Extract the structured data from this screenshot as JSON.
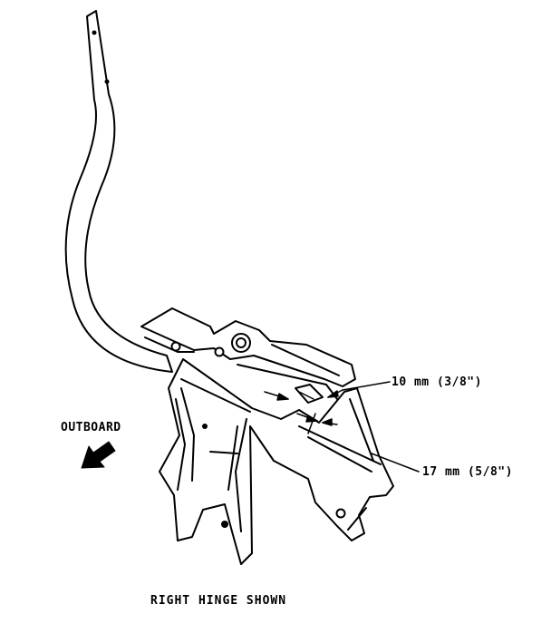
{
  "labels": {
    "dimension_small": "10 mm (3/8\")",
    "dimension_large": "17 mm (5/8\")",
    "direction": "OUTBOARD",
    "caption": "RIGHT HINGE SHOWN"
  },
  "colors": {
    "ink": "#000000",
    "background": "#ffffff"
  },
  "icons": {
    "direction_arrow": "arrow-down-left-icon"
  }
}
